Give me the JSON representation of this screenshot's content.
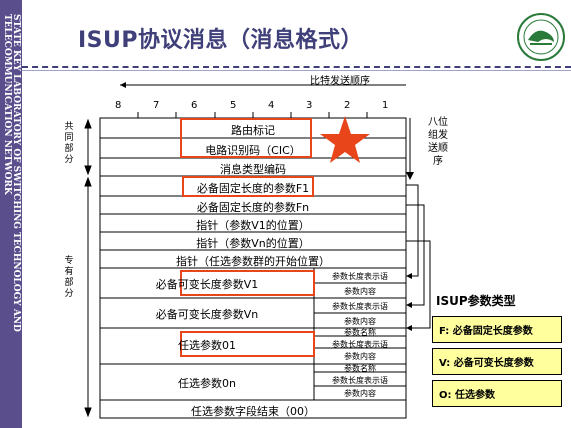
{
  "sidebar": {
    "text": "STATE KEY LABORATORY OF SWITCHING TECHNOLOGY AND TELECOMMUNICATION NETWORK"
  },
  "header": {
    "title": "ISUP协议消息（消息格式）"
  },
  "diagram": {
    "bit_order_label": "比特发送顺序",
    "octet_order_label": [
      "八位",
      "组发",
      "送顺",
      "序"
    ],
    "bit_numbers": [
      "8",
      "7",
      "6",
      "5",
      "4",
      "3",
      "2",
      "1"
    ],
    "common_part_label": [
      "共",
      "同",
      "部",
      "分"
    ],
    "specific_part_label": [
      "专",
      "有",
      "部",
      "分"
    ],
    "rows": {
      "routing_label": "路由标记",
      "cic": "电路识别码（CIC）",
      "message_type": "消息类型编码",
      "fixed_f1": "必备固定长度的参数F1",
      "fixed_fn": "必备固定长度的参数Fn",
      "pointer_v1": "指针（参数V1的位置）",
      "pointer_vn": "指针（参数Vn的位置）",
      "pointer_optional": "指针（任选参数群的开始位置）",
      "variable_v1": "必备可变长度参数V1",
      "variable_vn": "必备可变长度参数Vn",
      "optional_01": "任选参数01",
      "optional_0n": "任选参数0n",
      "end_optional": "任选参数字段结束（00）"
    },
    "side_labels": {
      "length_indicator": "参数长度表示语",
      "content": "参数内容",
      "name": "参数名称"
    }
  },
  "legend": {
    "title": "ISUP参数类型",
    "items": [
      "F: 必备固定长度参数",
      "V: 必备可变长度参数",
      "O: 任选参数"
    ]
  },
  "colors": {
    "accent": "#e8461a",
    "star": "#e8461a",
    "sidebar": "#5a4f8c",
    "legend_bg": "#ffff9e"
  }
}
